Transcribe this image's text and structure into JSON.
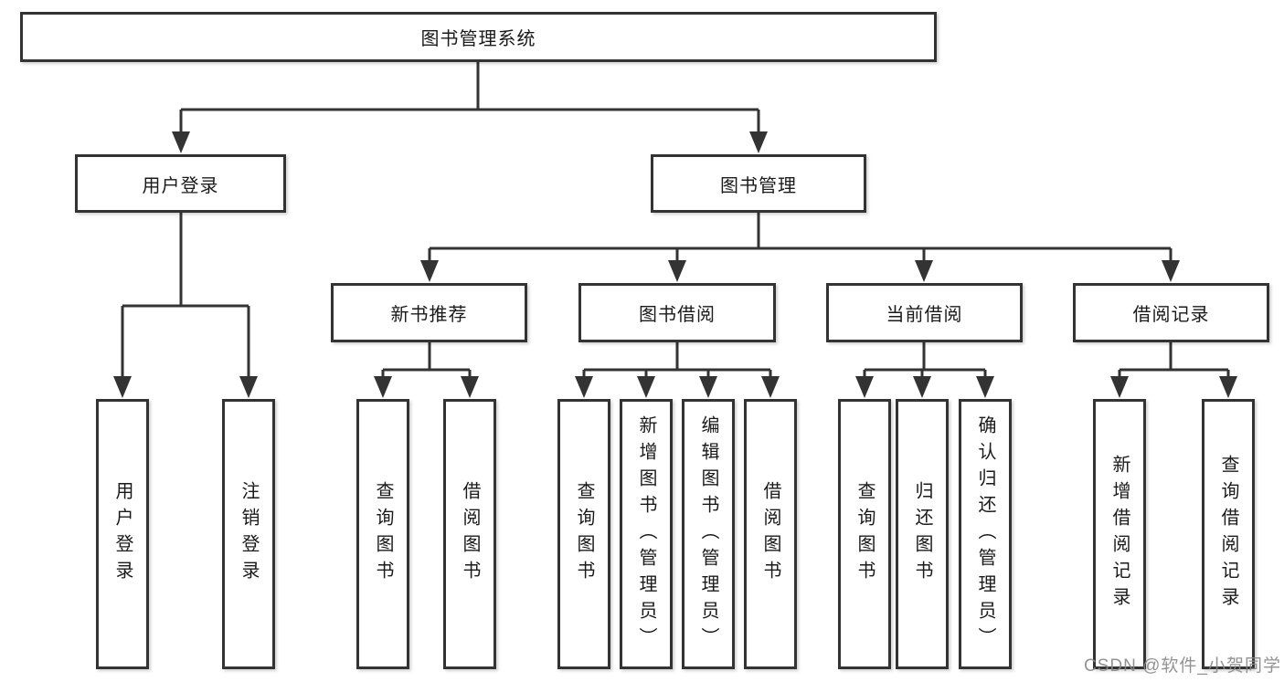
{
  "diagram": {
    "title": "图书管理系统",
    "watermark": "CSDN @软件_小贺同学",
    "colors": {
      "line": "#333333",
      "border": "#333333",
      "text": "#1a1a1a",
      "box_background": "#ffffff",
      "watermark": "#8a8a8a",
      "page_background": "#ffffff"
    },
    "tree": {
      "root": {
        "label": "图书管理系统"
      },
      "branches": [
        {
          "id": "user-login",
          "label": "用户登录",
          "children": [
            "用户登录",
            "注销登录"
          ]
        },
        {
          "id": "book-management",
          "label": "图书管理",
          "sections": [
            {
              "id": "new-book-recommend",
              "label": "新书推荐",
              "children": [
                "查询图书",
                "借阅图书"
              ]
            },
            {
              "id": "book-borrow",
              "label": "图书借阅",
              "children": [
                "查询图书",
                "新增图书（管理员）",
                "编辑图书（管理员）",
                "借阅图书"
              ]
            },
            {
              "id": "current-borrow",
              "label": "当前借阅",
              "children": [
                "查询图书",
                "归还图书",
                "确认归还（管理员）"
              ]
            },
            {
              "id": "borrow-records",
              "label": "借阅记录",
              "children": [
                "新增借阅记录",
                "查询借阅记录"
              ]
            }
          ]
        }
      ]
    }
  }
}
